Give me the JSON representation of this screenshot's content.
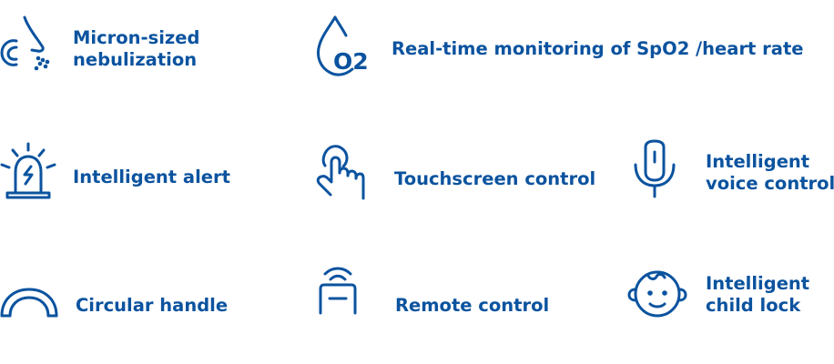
{
  "theme": {
    "accent": "#0b539f",
    "background": "#ffffff"
  },
  "features": {
    "nebulization": {
      "icon": "nose-mist-icon",
      "line1": "Micron-sized",
      "line2": "nebulization"
    },
    "spo2": {
      "icon": "oxygen-drop-icon",
      "icon_text": "O2",
      "line1": "Real-time monitoring of SpO2 /heart rate"
    },
    "alert": {
      "icon": "alarm-light-icon",
      "line1": "Intelligent alert"
    },
    "touchscreen": {
      "icon": "pointing-finger-icon",
      "line1": "Touchscreen control"
    },
    "voice": {
      "icon": "microphone-icon",
      "line1": "Intelligent",
      "line2": "voice control"
    },
    "handle": {
      "icon": "arc-handle-icon",
      "line1": "Circular handle"
    },
    "remote": {
      "icon": "remote-signal-icon",
      "line1": "Remote control"
    },
    "childlock": {
      "icon": "baby-face-icon",
      "line1": "Intelligent",
      "line2": "child lock"
    }
  }
}
